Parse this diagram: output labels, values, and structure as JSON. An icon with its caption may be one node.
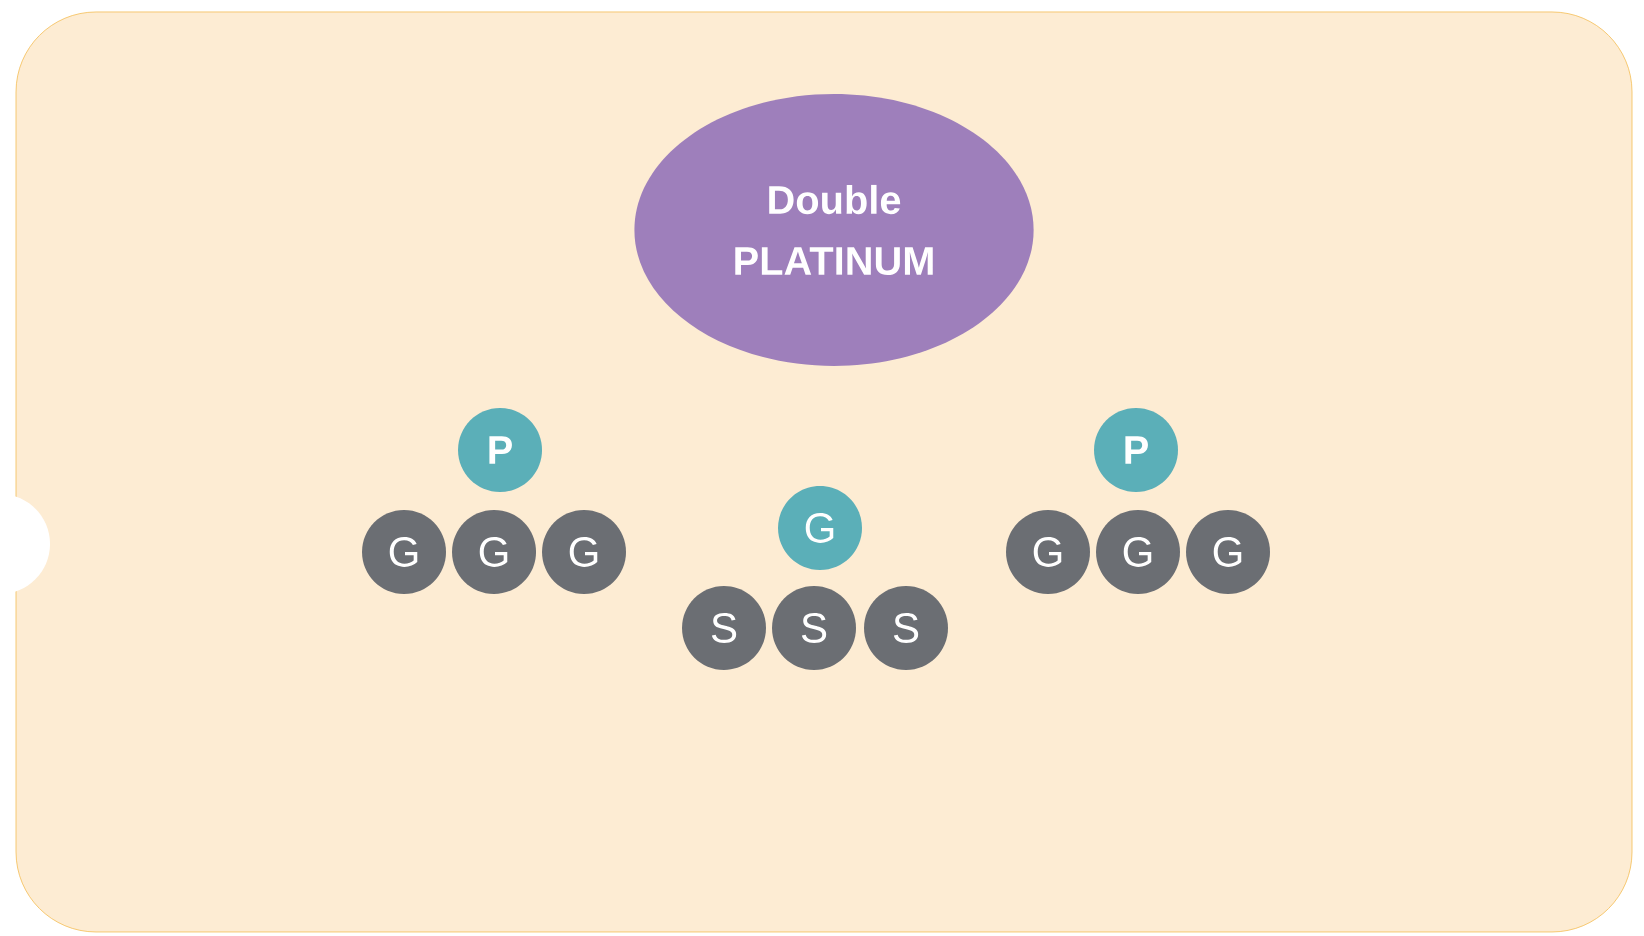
{
  "diagram": {
    "nodes": [
      {
        "text": [
          "Double PLATINUM"
        ]
      },
      {
        "text": [
          "P"
        ]
      },
      {
        "text": [
          "G"
        ]
      },
      {
        "text": [
          "G"
        ]
      },
      {
        "text": [
          "G"
        ]
      },
      {
        "text": [
          "G"
        ]
      },
      {
        "text": [
          "S"
        ]
      },
      {
        "text": [
          "S"
        ]
      },
      {
        "text": [
          "S"
        ]
      },
      {
        "text": [
          "P"
        ]
      },
      {
        "text": [
          "G"
        ]
      },
      {
        "text": [
          "G"
        ]
      },
      {
        "text": [
          "G"
        ]
      }
    ]
  }
}
